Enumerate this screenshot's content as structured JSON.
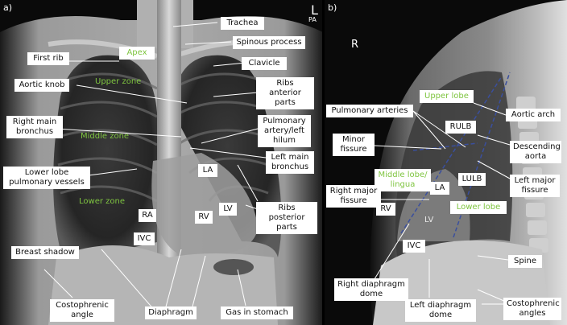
{
  "panel_a": {
    "panel_label": "a)",
    "markers": {
      "side": "L",
      "view": "PA"
    },
    "labels": {
      "trachea": "Trachea",
      "spinous_process": "Spinous process",
      "first_rib": "First rib",
      "apex": "Apex",
      "clavicle": "Clavicle",
      "aortic_knob": "Aortic knob",
      "upper_zone": "Upper zone",
      "ribs_anterior": "Ribs anterior\nparts",
      "right_main_bronchus": "Right main\nbronchus",
      "middle_zone": "Middle zone",
      "pulmonary_artery_left_hilum": "Pulmonary\nartery/left\nhilum",
      "left_main_bronchus": "Left main\nbronchus",
      "lower_lobe_vessels": "Lower lobe\npulmonary vessels",
      "la": "LA",
      "lower_zone": "Lower zone",
      "ribs_posterior": "Ribs posterior\nparts",
      "ra": "RA",
      "rv": "RV",
      "lv": "LV",
      "ivc": "IVC",
      "breast_shadow": "Breast shadow",
      "costophrenic_angle": "Costophrenic\nangle",
      "diaphragm": "Diaphragm",
      "gas_in_stomach": "Gas in stomach"
    }
  },
  "panel_b": {
    "panel_label": "b)",
    "markers": {
      "side": "R"
    },
    "labels": {
      "upper_lobe": "Upper lobe",
      "pulmonary_arteries": "Pulmonary arteries",
      "aortic_arch": "Aortic arch",
      "rulb": "RULB",
      "minor_fissure": "Minor\nfissure",
      "descending_aorta": "Descending\naorta",
      "middle_lobe_lingua": "Middle lobe/\nlingua",
      "lulb": "LULB",
      "left_major_fissure": "Left major\nfissure",
      "right_major_fissure": "Right major\nfissure",
      "la": "LA",
      "rv": "RV",
      "lv": "LV",
      "lower_lobe": "Lower lobe",
      "ivc": "IVC",
      "spine": "Spine",
      "right_diaphragm_dome": "Right diaphragm\ndome",
      "left_diaphragm_dome": "Left diaphragm\ndome",
      "costophrenic_angles": "Costophrenic\nangles"
    }
  },
  "colors": {
    "zone_label": "#7fc540",
    "label_box": "#ffffff",
    "fissure_line": "#3a4f9e"
  }
}
